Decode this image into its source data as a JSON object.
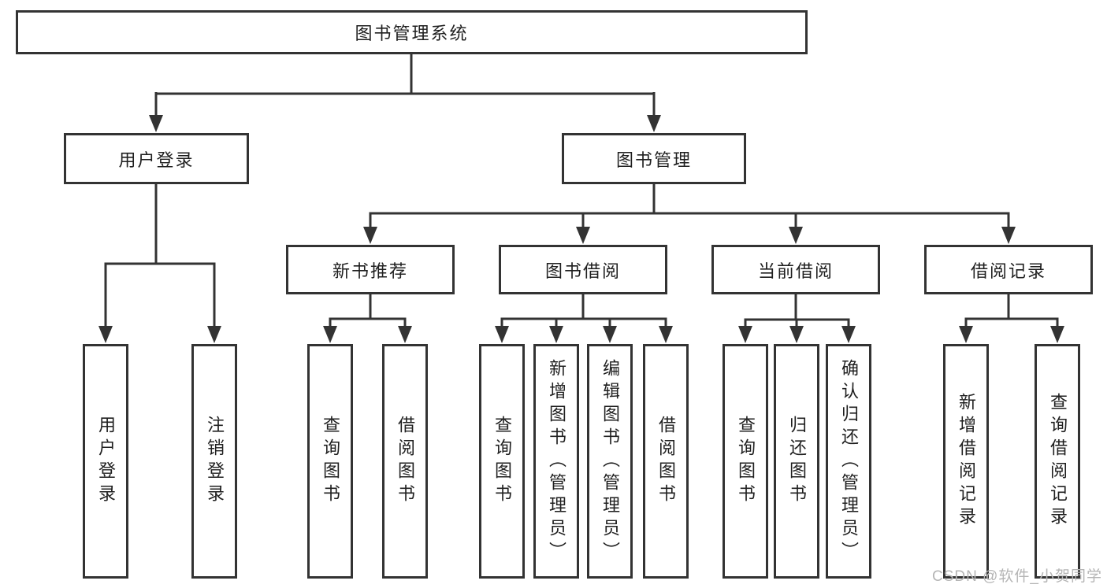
{
  "colors": {
    "line": "#333333",
    "text": "#1f1f1f",
    "watermark": "#b5b5b5",
    "background": "#ffffff"
  },
  "watermark": {
    "text": "CSDN @软件_小贺同学"
  },
  "tree": {
    "label": "图书管理系统",
    "children": [
      {
        "label": "用户登录",
        "children": [
          {
            "label": "用户登录"
          },
          {
            "label": "注销登录"
          }
        ]
      },
      {
        "label": "图书管理",
        "children": [
          {
            "label": "新书推荐",
            "children": [
              {
                "label": "查询图书"
              },
              {
                "label": "借阅图书"
              }
            ]
          },
          {
            "label": "图书借阅",
            "children": [
              {
                "label": "查询图书"
              },
              {
                "label": "新增图书（管理员）"
              },
              {
                "label": "编辑图书（管理员）"
              },
              {
                "label": "借阅图书"
              }
            ]
          },
          {
            "label": "当前借阅",
            "children": [
              {
                "label": "查询图书"
              },
              {
                "label": "归还图书"
              },
              {
                "label": "确认归还（管理员）"
              }
            ]
          },
          {
            "label": "借阅记录",
            "children": [
              {
                "label": "新增借阅记录"
              },
              {
                "label": "查询借阅记录"
              }
            ]
          }
        ]
      }
    ]
  }
}
